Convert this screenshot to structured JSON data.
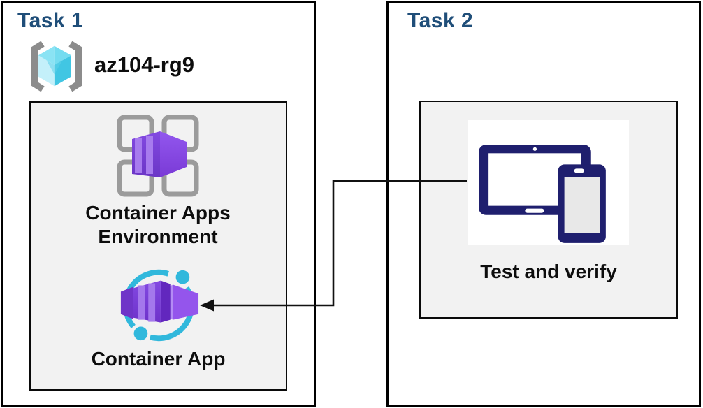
{
  "diagram": {
    "task1": {
      "title": "Task 1",
      "resource_group": "az104-rg9",
      "environment_label": "Container Apps Environment",
      "app_label": "Container App"
    },
    "task2": {
      "title": "Task 2",
      "test_label": "Test and verify"
    },
    "connector": {
      "from": "Test and verify",
      "to": "Container App",
      "style": "elbow-arrow-left"
    }
  },
  "colors": {
    "task_title": "#1F4E79",
    "panel_fill": "#F2F2F2",
    "panel_border": "#000000",
    "label_text": "#0d0d0d",
    "container_purple": "#7E44DC",
    "container_purple_light": "#A77BEE",
    "accent_cyan": "#31B8DC",
    "cube_cyan": "#52CCE8",
    "device_navy": "#1F1F6E",
    "grid_gray": "#9B9B9B",
    "bracket_gray": "#8C8C8C",
    "arrow": "#111111"
  },
  "icons": [
    "resource-group-icon",
    "container-apps-environment-icon",
    "container-app-icon",
    "devices-icon"
  ]
}
